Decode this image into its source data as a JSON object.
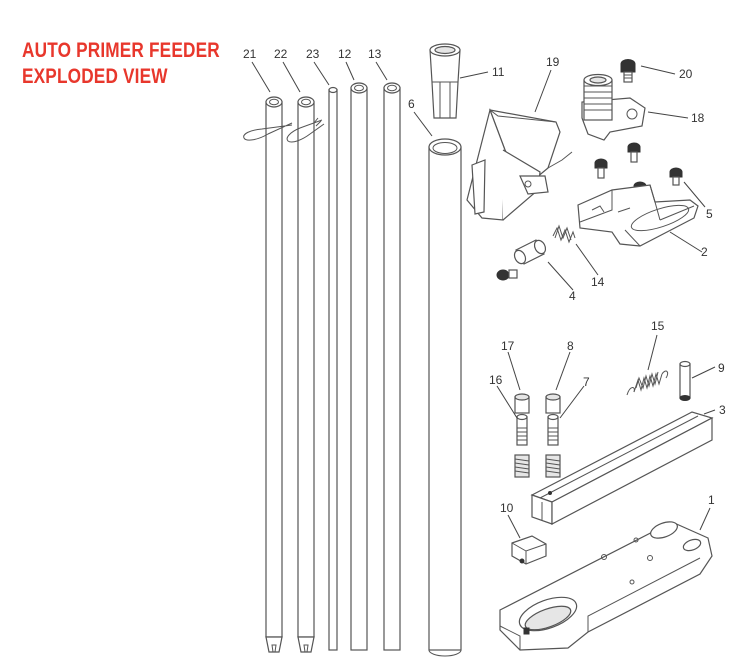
{
  "title": {
    "line1": "AUTO PRIMER FEEDER",
    "line2": "EXPLODED VIEW",
    "color": "#e8372c"
  },
  "parts": {
    "p1": "1",
    "p2": "2",
    "p3": "3",
    "p4": "4",
    "p5": "5",
    "p6": "6",
    "p7": "7",
    "p8": "8",
    "p9": "9",
    "p10": "10",
    "p11": "11",
    "p12": "12",
    "p13": "13",
    "p14": "14",
    "p15": "15",
    "p16": "16",
    "p17": "17",
    "p18": "18",
    "p19": "19",
    "p20": "20",
    "p21": "21",
    "p22": "22",
    "p23": "23"
  }
}
